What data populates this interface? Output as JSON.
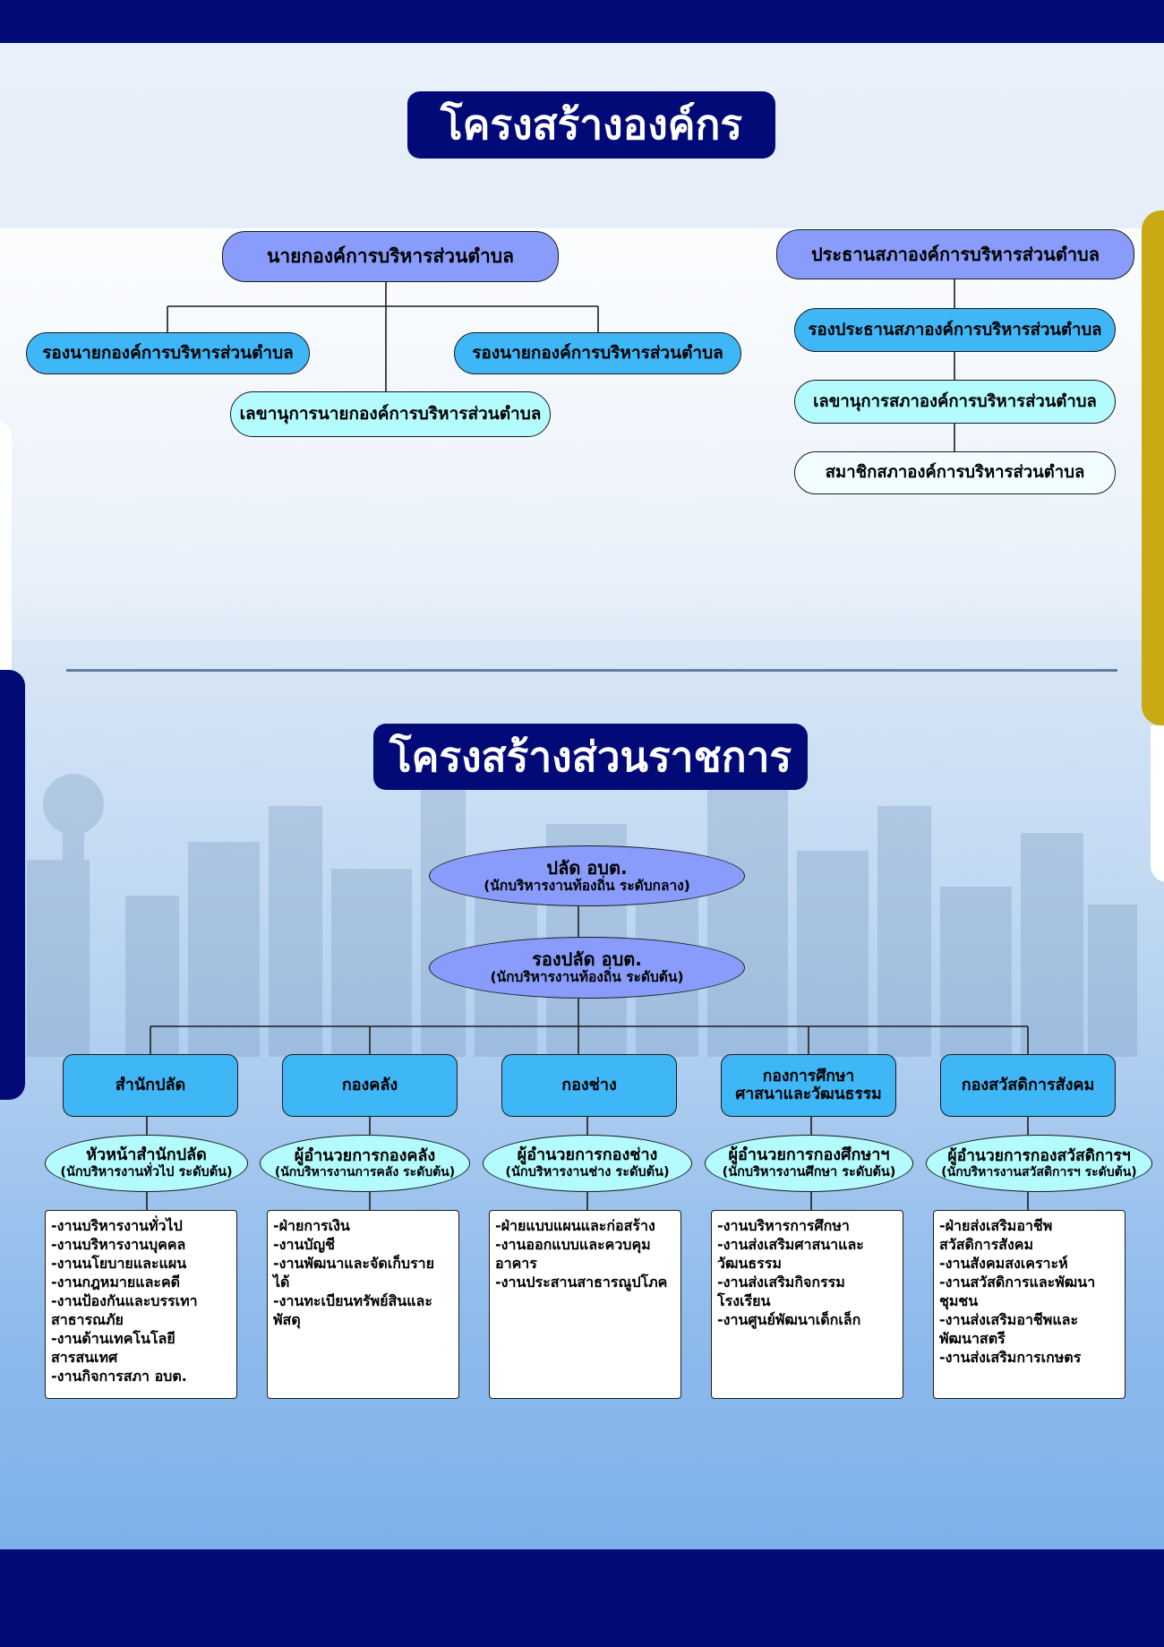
{
  "colors": {
    "navy": "#020a78",
    "violet_node": "#8a9cfb",
    "blue_node": "#3fb6f6",
    "cyan_node": "#b4fbfe",
    "pale_node": "#f1fdff",
    "gold_accent": "#c9a914"
  },
  "org_title": "โครงสร้างองค์กร",
  "exec": {
    "head": "นายกองค์การบริหารส่วนตำบล",
    "deputy_left": "รองนายกองค์การบริหารส่วนตำบล",
    "deputy_right": "รองนายกองค์การบริหารส่วนตำบล",
    "secretary": "เลขานุการนายกองค์การบริหารส่วนตำบล"
  },
  "council": {
    "president": "ประธานสภาองค์การบริหารส่วนตำบล",
    "vice_president": "รองประธานสภาองค์การบริหารส่วนตำบล",
    "secretary": "เลขานุการสภาองค์การบริหารส่วนตำบล",
    "members": "สมาชิกสภาองค์การบริหารส่วนตำบล"
  },
  "gov_title": "โครงสร้างส่วนราชการ",
  "palat": {
    "title": "ปลัด อบต.",
    "subtitle": "(นักบริหารงานท้องถิ่น ระดับกลาง)"
  },
  "deputy_palat": {
    "title": "รองปลัด อบต.",
    "subtitle": "(นักบริหารงานท้องถิ่น ระดับต้น)"
  },
  "departments": [
    {
      "name": "สำนักปลัด",
      "head_title": "หัวหน้าสำนักปลัด",
      "head_sub": "(นักบริหารงานทั่วไป ระดับต้น)",
      "tasks": [
        "-งานบริหารงานทั่วไป",
        "-งานบริหารงานบุคคล",
        "-งานนโยบายและแผน",
        "-งานกฎหมายและคดี",
        "-งานป้องกันและบรรเทา",
        "สาธารณภัย",
        "-งานด้านเทคโนโลยี",
        "สารสนเทศ",
        "-งานกิจการสภา อบต."
      ]
    },
    {
      "name": "กองคลัง",
      "head_title": "ผู้อำนวยการกองคลัง",
      "head_sub": "(นักบริหารงานการคลัง ระดับต้น)",
      "tasks": [
        "-ฝ่ายการเงิน",
        "-งานบัญชี",
        "-งานพัฒนาและจัดเก็บราย",
        "ได้",
        "-งานทะเบียนทรัพย์สินและ",
        "พัสดุ"
      ]
    },
    {
      "name": "กองช่าง",
      "head_title": "ผู้อำนวยการกองช่าง",
      "head_sub": "(นักบริหารงานช่าง ระดับต้น)",
      "tasks": [
        "-ฝ่ายแบบแผนและก่อสร้าง",
        "-งานออกแบบและควบคุม",
        "อาคาร",
        "-งานประสานสาธารณูปโภค"
      ]
    },
    {
      "name_line1": "กองการศึกษา",
      "name_line2": "ศาสนาและวัฒนธรรม",
      "head_title": "ผู้อำนวยการกองศึกษาฯ",
      "head_sub": "(นักบริหารงานศึกษา ระดับต้น)",
      "tasks": [
        "-งานบริหารการศึกษา",
        "-งานส่งเสริมศาสนาและ",
        "วัฒนธรรม",
        "-งานส่งเสริมกิจกรรม",
        "โรงเรียน",
        "-งานศูนย์พัฒนาเด็กเล็ก"
      ]
    },
    {
      "name": "กองสวัสดิการสังคม",
      "head_title": "ผู้อำนวยการกองสวัสดิการฯ",
      "head_sub": "(นักบริหารงานสวัสดิการฯ ระดับต้น)",
      "tasks": [
        "-ฝ่ายส่งเสริมอาชีพ",
        "สวัสดิการสังคม",
        "-งานสังคมสงเคราะห์",
        "-งานสวัสดิการและพัฒนา",
        "ชุมชน",
        "-งานส่งเสริมอาชีพและ",
        "พัฒนาสตรี",
        "-งานส่งเสริมการเกษตร"
      ]
    }
  ]
}
